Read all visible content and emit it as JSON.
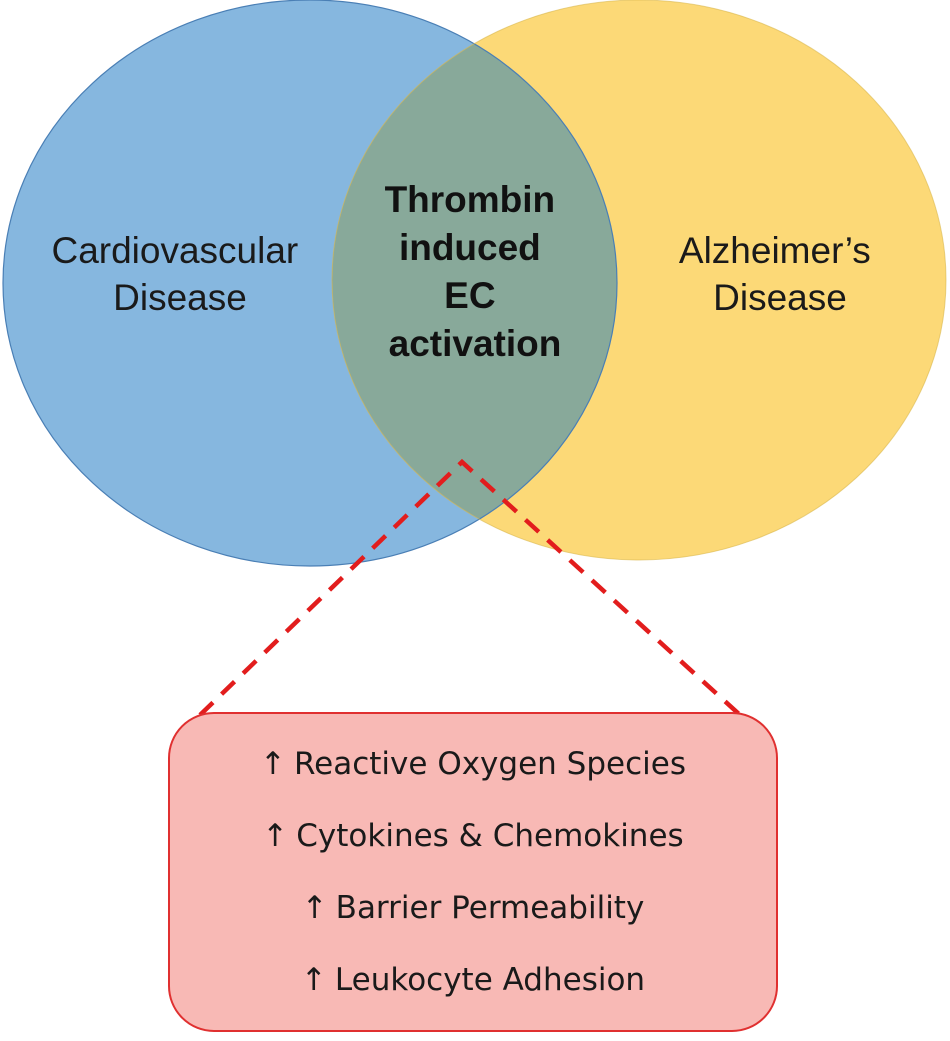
{
  "venn": {
    "left_circle": {
      "label_lines": [
        "Cardiovascular",
        "Disease"
      ],
      "color": "#86b7df"
    },
    "right_circle": {
      "label_lines": [
        "Alzheimer’s",
        "Disease"
      ],
      "color": "#fcd977"
    },
    "overlap": {
      "label_lines": [
        "Thrombin",
        "induced",
        "EC",
        "activation"
      ],
      "color": "#88a99a"
    }
  },
  "zoom_connector": {
    "style": "dashed",
    "color": "#e21d1d"
  },
  "effects_box": {
    "arrow_icon": "up-arrow-icon",
    "arrow_glyph": "↑",
    "background": "#f8b9b5",
    "border": "#e03030",
    "items": [
      "Reactive Oxygen Species",
      "Cytokines & Chemokines",
      "Barrier Permeability",
      "Leukocyte Adhesion"
    ]
  }
}
